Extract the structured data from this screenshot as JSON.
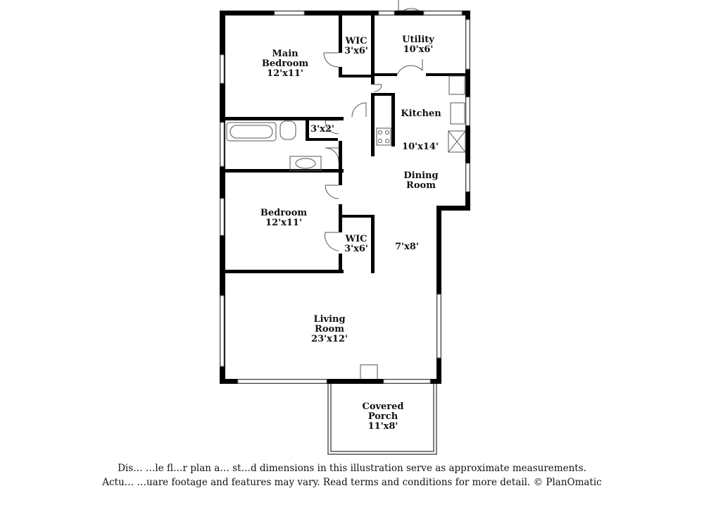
{
  "rooms": {
    "main_bedroom": {
      "name": "Main Bedroom",
      "dims": "12'x11'"
    },
    "wic_1": {
      "name": "WIC",
      "dims": "3'x6'"
    },
    "utility": {
      "name": "Utility",
      "dims": "10'x6'"
    },
    "kitchen": {
      "name": "Kitchen",
      "dims": "10'x14'"
    },
    "closet": {
      "dims": "3'x2'"
    },
    "dining_room": {
      "name": "Dining Room",
      "dims": "7'x8'"
    },
    "bedroom": {
      "name": "Bedroom",
      "dims": "12'x11'"
    },
    "wic_2": {
      "name": "WIC",
      "dims": "3'x6'"
    },
    "living_room": {
      "name": "Living Room",
      "dims": "23'x12'"
    },
    "covered_porch": {
      "name": "Covered Porch",
      "dims": "11'x8'"
    }
  },
  "disclaimer": {
    "line1": "Dis… …le fl…r plan a… st…d dimensions in this illustration serve as approximate measurements.",
    "line2": "Actu… …uare footage and features may vary. Read terms and conditions for more detail. © PlanOmatic"
  },
  "colors": {
    "wall": "#000000",
    "window": "#888888",
    "fixture": "#555555"
  }
}
